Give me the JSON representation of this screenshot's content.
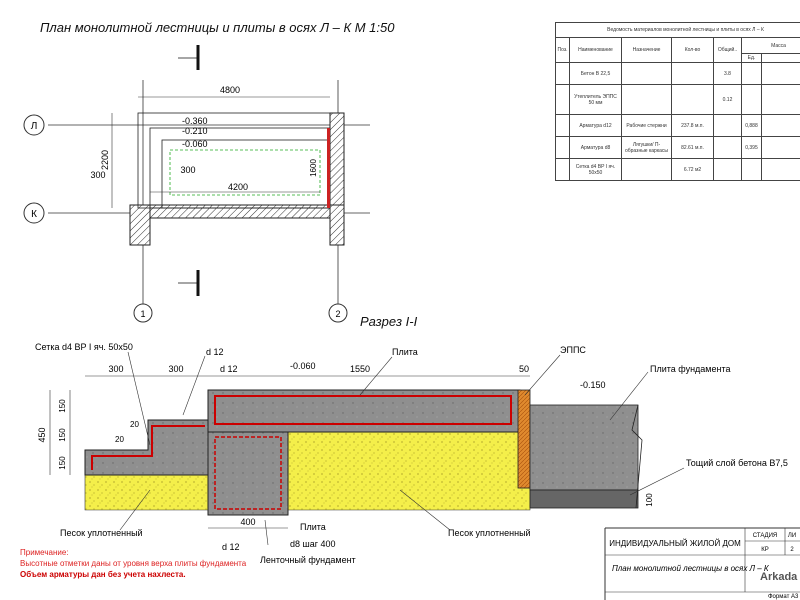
{
  "plan": {
    "title": "План монолитной лестницы и плиты в осях Л – К М 1:50",
    "axes": {
      "l": "Л",
      "k": "К",
      "one": "1",
      "two": "2"
    },
    "dims": {
      "width_total": "4800",
      "width_inner": "4200",
      "height_left": "2200",
      "left_offset": "300",
      "inner_300": "300",
      "right_1600": "1600",
      "lvl1": "-0.360",
      "lvl2": "-0.210",
      "lvl3": "-0.060"
    }
  },
  "section": {
    "title": "Разрез I-I",
    "labels": {
      "mesh": "Сетка d4 BP I яч. 50х50",
      "d12_top": "d 12",
      "d12_left": "d 12",
      "d12_bottom": "d 12",
      "plate": "Плита",
      "epps": "ЭППС",
      "plate_found": "Плита фундамента",
      "thin_layer": "Тощий слой бетона В7,5",
      "sand_left": "Песок уплотненный",
      "sand_right": "Песок уплотненный",
      "plate_bottom": "Плита",
      "strip_found": "Ленточный фундамент",
      "d8": "d8 шаг 400"
    },
    "dims": {
      "d300a": "300",
      "d300b": "300",
      "d1550": "1550",
      "d50": "50",
      "d150a": "150",
      "d150b": "150",
      "d150c": "150",
      "d450": "450",
      "d20a": "20",
      "d20b": "20",
      "d400": "400",
      "d100": "100",
      "lvl_top": "-0.060",
      "lvl_right": "-0.150"
    }
  },
  "spec": {
    "title": "Ведомость материалов монолитной лестницы и плиты в осях Л – К",
    "headers": [
      "Поз.",
      "Наименование",
      "Назначение",
      "Кол-во",
      "Общий..",
      "Масса",
      "Ед."
    ],
    "rows": [
      [
        "",
        "Бетон В 22,5",
        "",
        "",
        "3.8",
        "",
        ""
      ],
      [
        "",
        "Утеплитель ЭППС 50 мм",
        "",
        "",
        "0.12",
        "",
        ""
      ],
      [
        "",
        "Арматура d12",
        "Рабочие стержни",
        "237.8 м.п.",
        "",
        "0,888",
        ""
      ],
      [
        "",
        "Арматура d8",
        "Лягушки/ П-образные каркасы",
        "82.61 м.п.",
        "",
        "0,395",
        ""
      ],
      [
        "",
        "Сетка d4 BP I яч. 50х50",
        "",
        "6.72 м2",
        "",
        "",
        ""
      ]
    ]
  },
  "notes": {
    "heading": "Примечание:",
    "line1": "Высотные отметки даны от уровня верха плиты фундамента",
    "line2": "Объем арматуры дан без учета нахлеста."
  },
  "stamp": {
    "project": "ИНДИВИДУАЛЬНЫЙ ЖИЛОЙ ДОМ",
    "stage_label": "СТАДИЯ",
    "stage": "КР",
    "sheet_label": "ЛИ",
    "sheet_num": "2",
    "drawing": "План монолитной лестницы в осях Л – К",
    "company": "Arkada",
    "format": "Формат А3"
  }
}
